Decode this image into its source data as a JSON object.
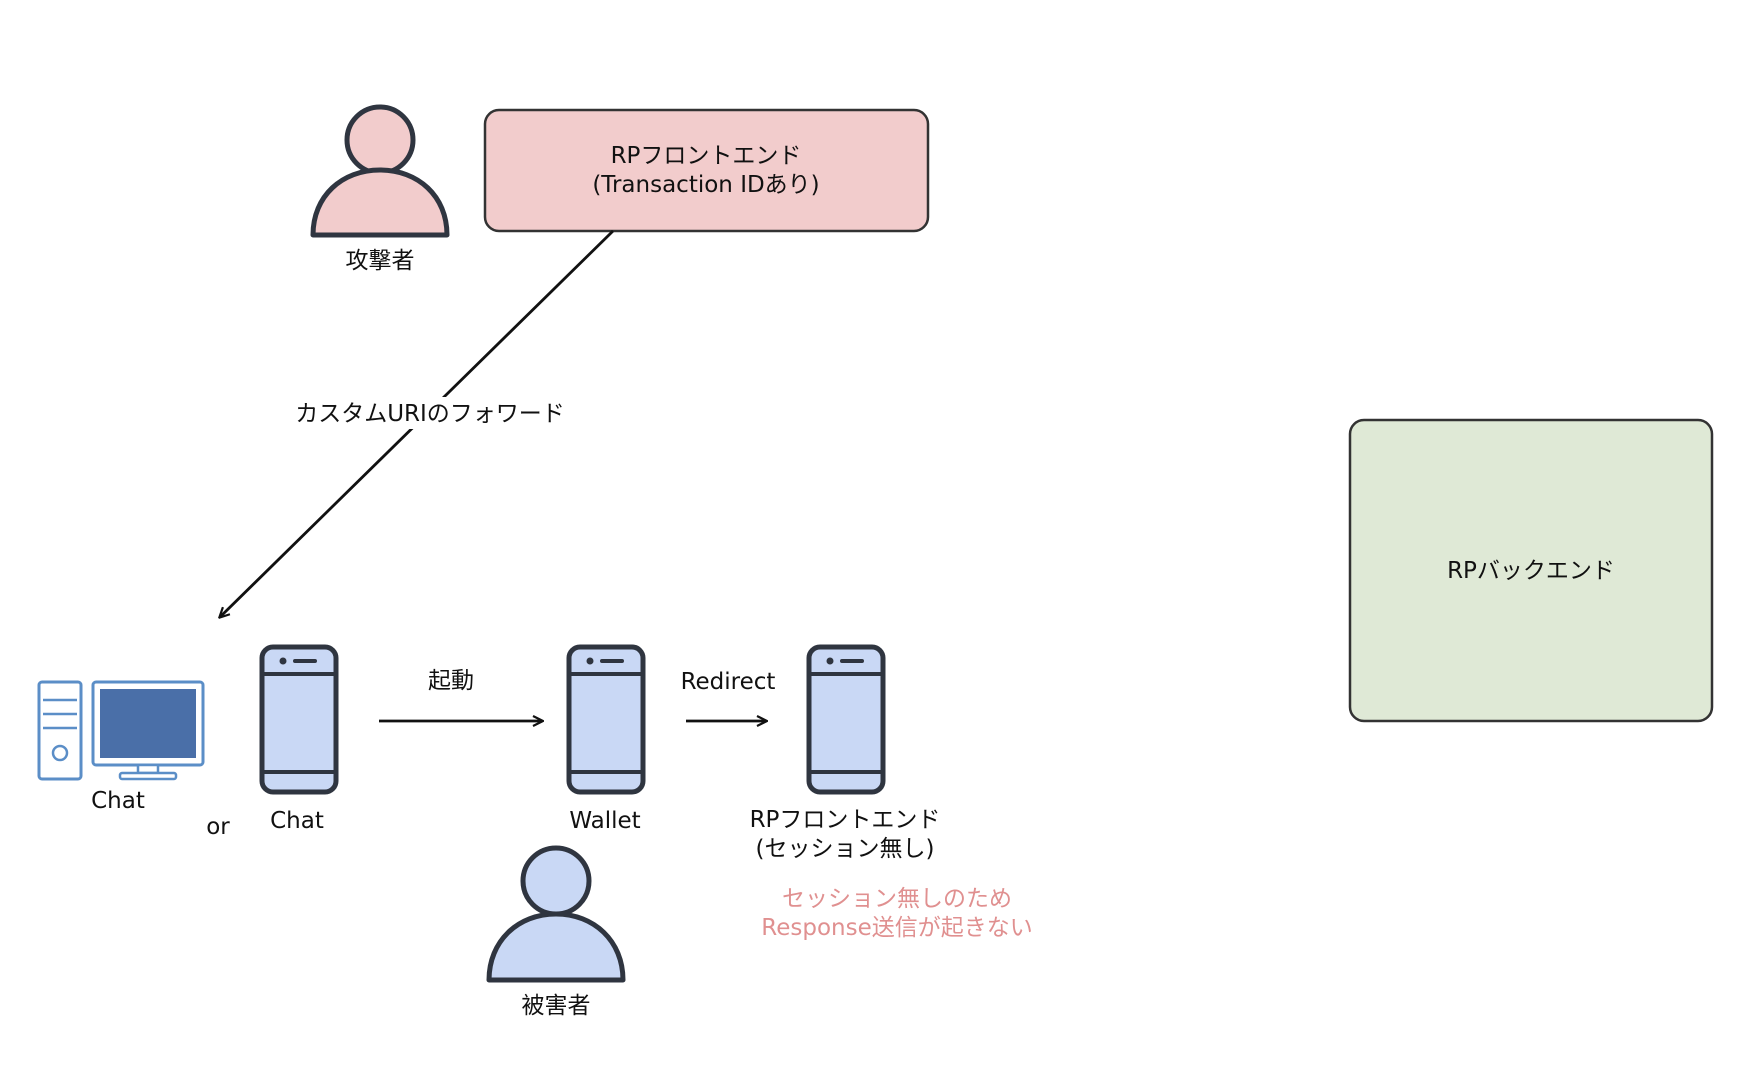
{
  "colors": {
    "attacker": "#f2cccc",
    "victim": "#c9d8f5",
    "frontend_box": "#f2cccc",
    "backend_box": "#dfe9d6",
    "device_fill": "#c9d8f5",
    "outline": "#2f3540",
    "note": "#e09090"
  },
  "attacker": {
    "icon": "person-icon",
    "label": "攻撃者"
  },
  "rp_frontend_top": {
    "line1": "RPフロントエンド",
    "line2": "(Transaction IDあり)"
  },
  "rp_backend": {
    "label": "RPバックエンド"
  },
  "forward_arrow": {
    "label": "カスタムURIのフォワード"
  },
  "chat_pc": {
    "icon": "desktop-computer-icon",
    "label": "Chat"
  },
  "or_label": "or",
  "chat_phone": {
    "icon": "smartphone-icon",
    "label": "Chat"
  },
  "launch_arrow": {
    "label": "起動"
  },
  "wallet_phone": {
    "icon": "smartphone-icon",
    "label": "Wallet"
  },
  "redirect_arrow": {
    "label": "Redirect"
  },
  "rp_frontend_phone": {
    "icon": "smartphone-icon",
    "line1": "RPフロントエンド",
    "line2": "(セッション無し)"
  },
  "note": {
    "line1": "セッション無しのため",
    "line2": "Response送信が起きない"
  },
  "victim": {
    "icon": "person-icon",
    "label": "被害者"
  }
}
